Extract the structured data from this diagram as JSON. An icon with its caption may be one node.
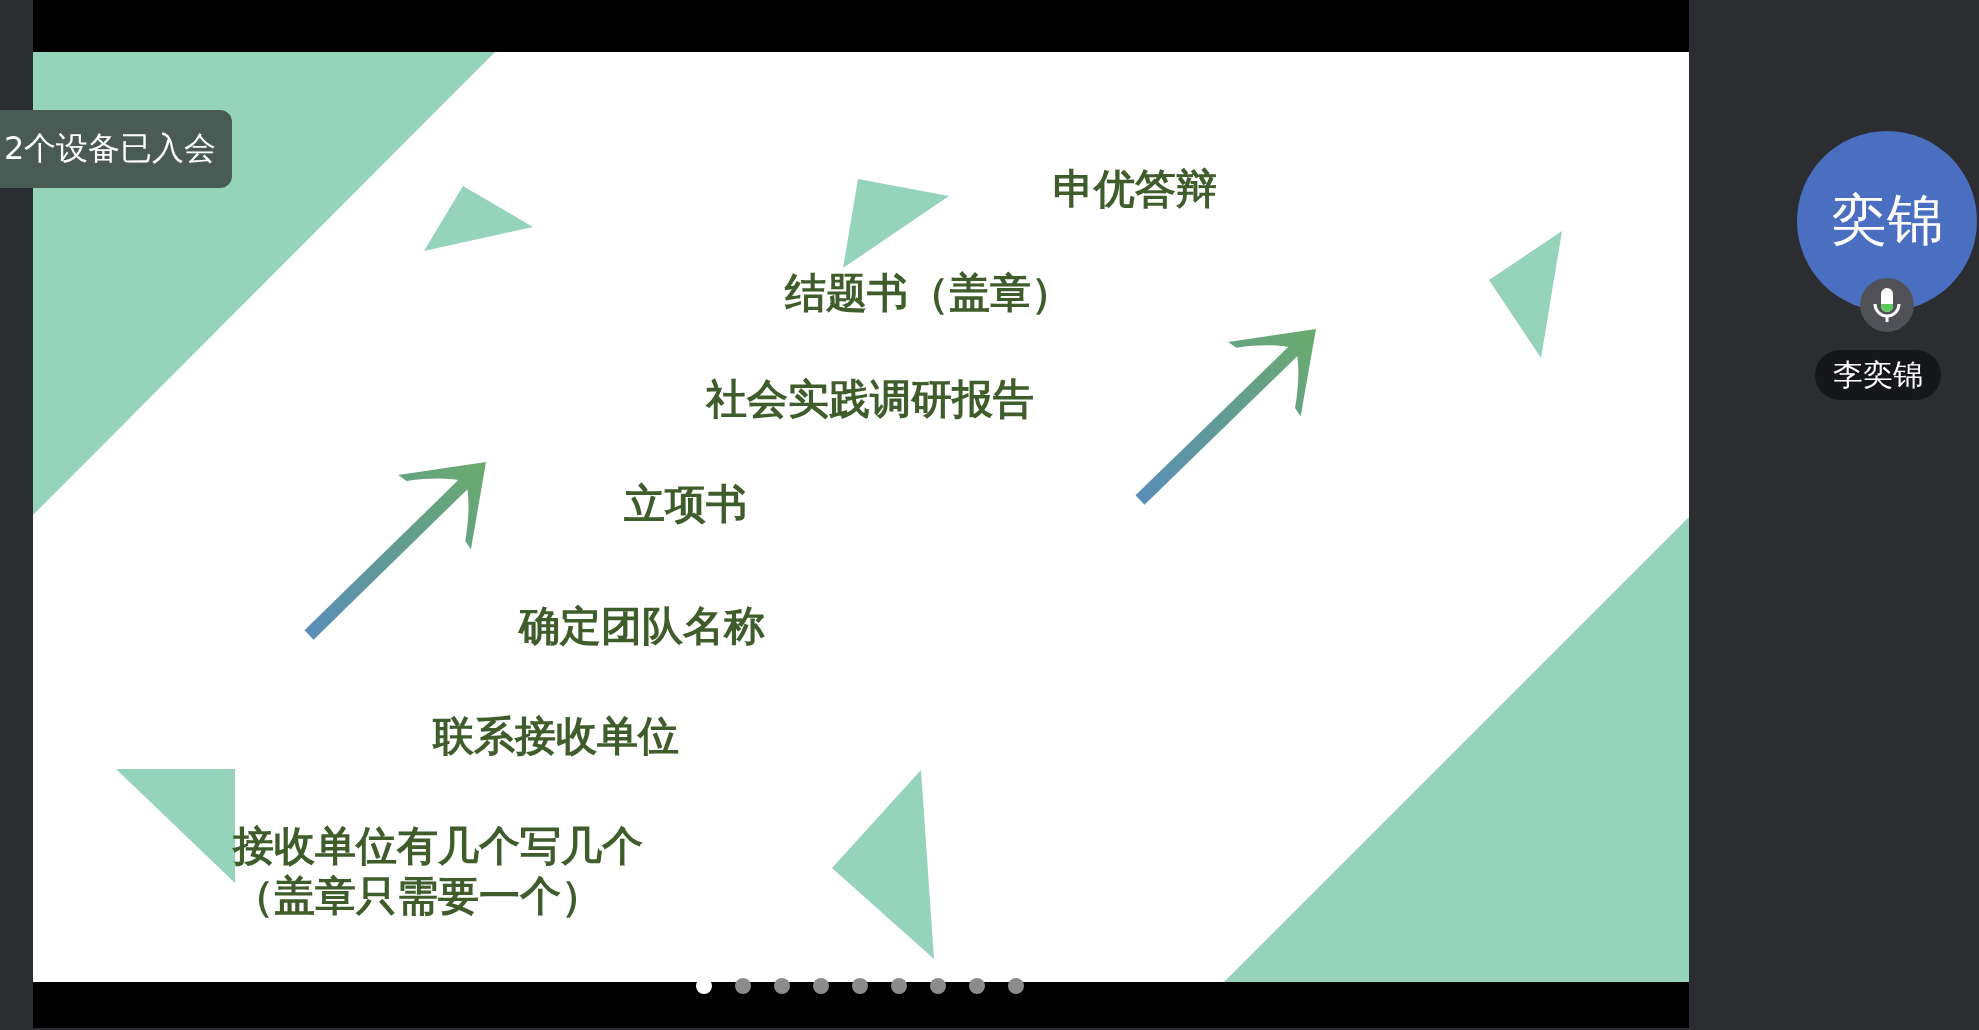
{
  "diagram": {
    "nodes": [
      {
        "text": [
          "2个设备已入会"
        ]
      },
      {
        "text": [
          "奕锦"
        ]
      },
      {
        "text": [
          "李奕锦"
        ]
      }
    ],
    "labels": [
      "申优答辩",
      "结题书（盖章）",
      "社会实践调研报告",
      "立项书",
      "确定团队名称",
      "联系接收单位",
      "接收单位有几个写几个（盖章只需要一个）"
    ]
  }
}
